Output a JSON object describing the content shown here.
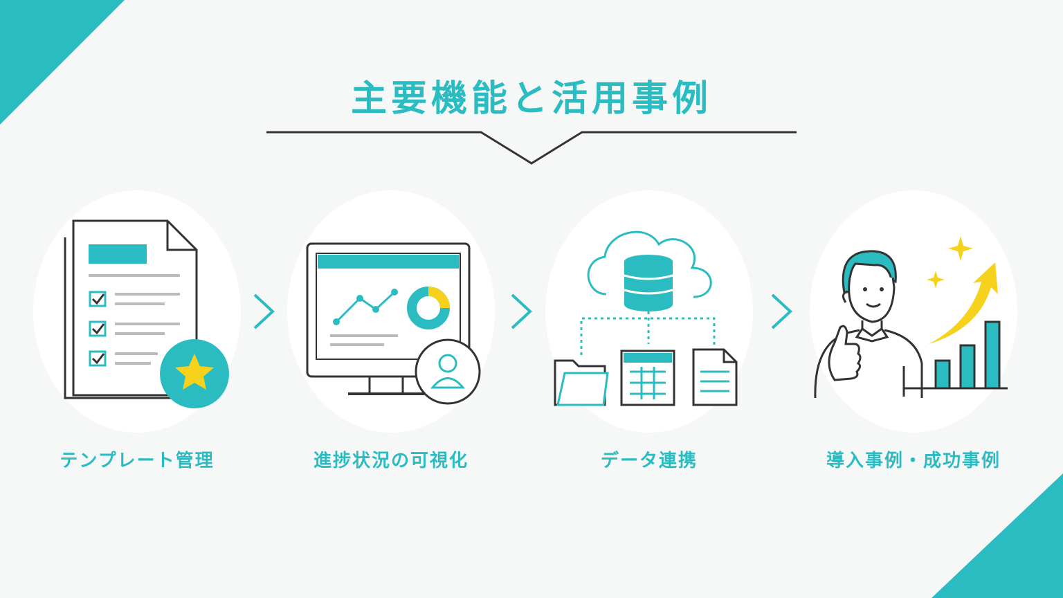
{
  "title": "主要機能と活用事例",
  "colors": {
    "accent": "#2bbcc2",
    "star": "#f7d21c",
    "line": "#333333",
    "bg": "#f6f7f7"
  },
  "steps": [
    {
      "label": "テンプレート管理",
      "icon": "document-checklist-star-icon"
    },
    {
      "label": "進捗状況の可視化",
      "icon": "monitor-dashboard-user-icon"
    },
    {
      "label": "データ連携",
      "icon": "cloud-database-files-icon"
    },
    {
      "label": "導入事例・成功事例",
      "icon": "person-thumbs-up-growth-chart-icon"
    }
  ],
  "connector_icon": "chevron-right-icon"
}
